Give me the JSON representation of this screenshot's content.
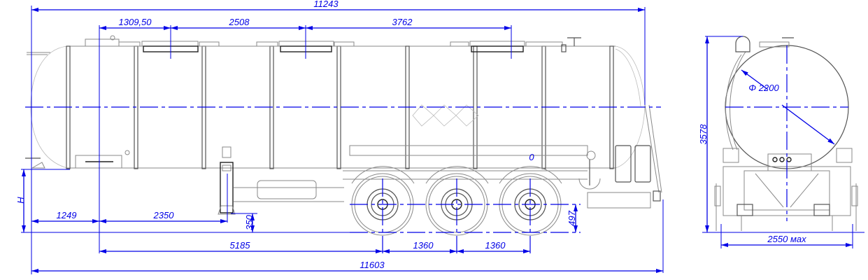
{
  "drawing": {
    "title": "Tank semi-trailer general arrangement",
    "colors": {
      "dimension": "#0000e6",
      "outline": "#555555",
      "background": "#ffffff"
    }
  },
  "side_view": {
    "dimensions": {
      "overall_tank_length": "11243",
      "hatch_offset_1": "1309,50",
      "hatch_spacing_1": "2508",
      "hatch_spacing_2": "3762",
      "front_to_kingpin": "1249",
      "kingpin_to_landing_gear": "2350",
      "landing_gear_height": "350",
      "kingpin_to_first_axle": "5185",
      "axle_spacing_1": "1360",
      "axle_spacing_2": "1360",
      "overall_length": "11603",
      "axle_center_height": "497",
      "coupling_height_label": "H",
      "reference_mark": "0"
    },
    "axles": 3
  },
  "rear_view": {
    "dimensions": {
      "tank_diameter": "Φ 2200",
      "overall_height": "3578",
      "overall_width": "2550 мах"
    }
  }
}
